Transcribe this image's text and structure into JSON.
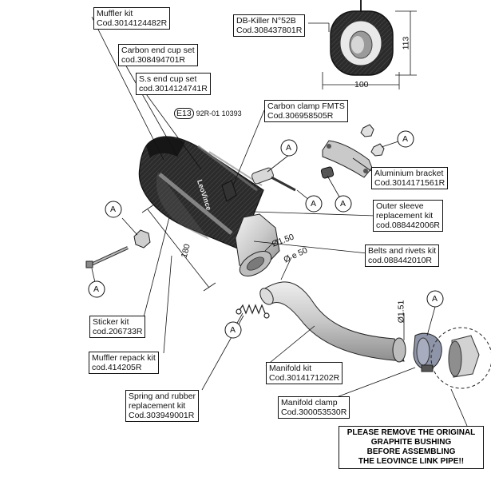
{
  "labels": {
    "muffler_kit": [
      "Muffler kit",
      "Cod.3014124482R"
    ],
    "carbon_end_cup": [
      "Carbon end cup set",
      "cod.308494701R"
    ],
    "ss_end_cup": [
      "S.s end cup set",
      "cod.3014124741R"
    ],
    "homologation": "92R-01 10393",
    "homologation_mark": "E13",
    "carbon_clamp": [
      "Carbon clamp FMTS",
      "Cod.306958505R"
    ],
    "db_killer": [
      "DB-Killer N°52B",
      "Cod.308437801R"
    ],
    "aluminium_bracket": [
      "Aluminium bracket",
      "Cod.3014171561R"
    ],
    "outer_sleeve": [
      "Outer sleeve",
      "replacement kit",
      "cod.088442006R"
    ],
    "belts_rivets": [
      "Belts and rivets kit",
      "cod.088442010R"
    ],
    "sticker_kit": [
      "Sticker kit",
      "cod.206733R"
    ],
    "muffler_repack": [
      "Muffler repack kit",
      "cod.414205R"
    ],
    "spring_rubber": [
      "Spring and rubber",
      "replacement kit",
      "Cod.303949001R"
    ],
    "manifold_kit": [
      "Manifold kit",
      "Cod.3014171202R"
    ],
    "manifold_clamp": [
      "Manifold clamp",
      "Cod.300053530R"
    ]
  },
  "dimensions": {
    "db_width": "100",
    "db_height": "113",
    "length": "180",
    "phi_outlet": "Ø1.50",
    "phi_pipe": "Ø e 50",
    "phi_clamp": "Ø1.51"
  },
  "callout_letter": "A",
  "brand_mark": "LeoVince",
  "notice": [
    "PLEASE REMOVE THE ORIGINAL",
    "GRAPHITE BUSHING",
    "BEFORE ASSEMBLING",
    "THE LEOVINCE LINK PIPE!!"
  ]
}
